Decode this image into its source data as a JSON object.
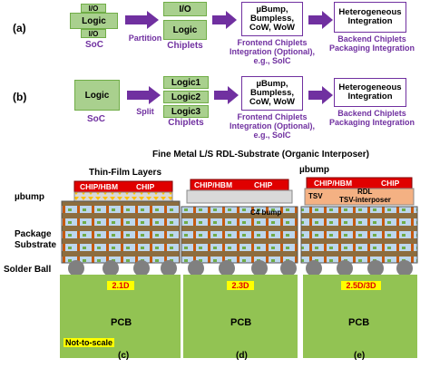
{
  "row_a": {
    "label": "(a)",
    "io_top": "I/O",
    "io_bottom": "I/O",
    "logic": "Logic",
    "soc_caption": "SoC",
    "arrow_label": "Partition",
    "chiplet_io": "I/O",
    "chiplet_logic": "Logic",
    "chiplets_caption": "Chiplets",
    "frontend_box": "µBump, Bumpless, CoW, WoW",
    "frontend_caption": "Frontend Chiplets Integration (Optional), e.g., SoIC",
    "hetero_box": "Heterogeneous Integration",
    "backend_caption": "Backend Chiplets Packaging Integration"
  },
  "row_b": {
    "label": "(b)",
    "logic": "Logic",
    "soc_caption": "SoC",
    "arrow_label": "Split",
    "logic1": "Logic1",
    "logic2": "Logic2",
    "logic3": "Logic3",
    "chiplets_caption": "Chiplets",
    "frontend_box": "µBump, Bumpless, CoW, WoW",
    "frontend_caption": "Frontend Chiplets Integration (Optional), e.g., SoIC",
    "hetero_box": "Heterogeneous Integration",
    "backend_caption": "Backend Chiplets Packaging Integration"
  },
  "cross_section": {
    "title": "Fine Metal L/S RDL-Substrate (Organic Interposer)",
    "thin_film": "Thin-Film Layers",
    "ubump_left": "µbump",
    "ubump_right": "µbump",
    "package_substrate": "Package Substrate",
    "solder_ball": "Solder Ball",
    "chip_hbm": "CHIP/HBM",
    "chip": "CHIP",
    "c4_bump": "C4 bump",
    "tsv": "TSV",
    "rdl": "RDL",
    "tsv_interposer": "TSV-interposer",
    "pcb": "PCB",
    "not_to_scale": "Not-to-scale",
    "panel_c_tag": "2.1D",
    "panel_d_tag": "2.3D",
    "panel_e_tag": "2.5D/3D",
    "panel_c_label": "(c)",
    "panel_d_label": "(d)",
    "panel_e_label": "(e)"
  },
  "colors": {
    "green": "#a9d08e",
    "purple": "#7030a0",
    "chip_red": "#e00000",
    "pcb_green": "#92c353",
    "substrate_gray": "#a6a6a6",
    "tag_yellow": "#ffff00"
  }
}
